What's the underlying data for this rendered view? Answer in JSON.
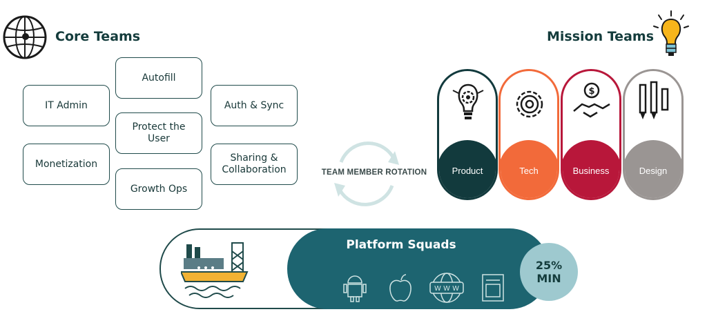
{
  "core_teams": {
    "title": "Core Teams",
    "boxes": [
      "Autofill",
      "IT Admin",
      "Auth & Sync",
      "Protect the User",
      "Monetization",
      "Sharing & Collaboration",
      "Growth Ops"
    ]
  },
  "mission_teams": {
    "title": "Mission Teams",
    "teams": [
      {
        "label": "Product",
        "color": "#123a3d",
        "icon": "lightbulb-gear-icon"
      },
      {
        "label": "Tech",
        "color": "#f26a3a",
        "icon": "gear-icon"
      },
      {
        "label": "Business",
        "color": "#b8173a",
        "icon": "handshake-dollar-icon"
      },
      {
        "label": "Design",
        "color": "#9a9593",
        "icon": "pencils-icon"
      }
    ]
  },
  "rotation": {
    "label": "TEAM MEMBER ROTATION"
  },
  "platform": {
    "title": "Platform Squads",
    "badge_value": "25%",
    "badge_unit": "MIN",
    "icons": [
      "android-icon",
      "apple-icon",
      "www-icon",
      "document-icon"
    ]
  },
  "colors": {
    "teal_dark": "#1d6470",
    "badge": "#9ec9cf",
    "dark_text": "#143c3c"
  }
}
